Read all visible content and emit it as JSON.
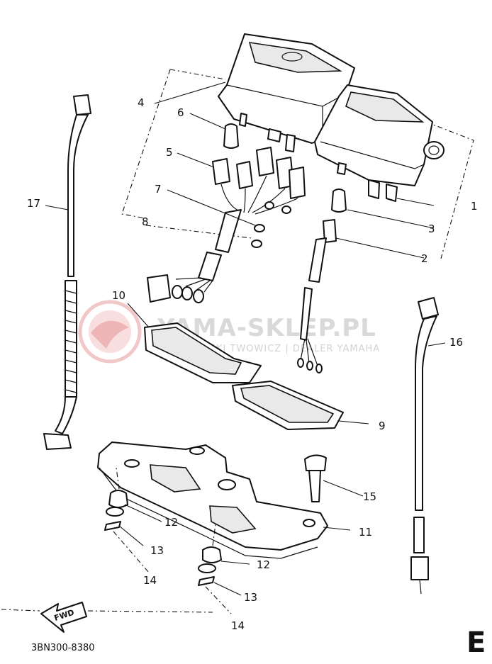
{
  "diagram": {
    "part_code": "3BN300-8380",
    "section_letter": "E",
    "direction_label": "FWD",
    "watermark": {
      "title": "YAMA-SKLEP.PL",
      "subtitle": "ZIELINSKI TWOWICZ | DEALER YAMAHA"
    },
    "callouts": {
      "c1": "1",
      "c2": "2",
      "c3": "3",
      "c4": "4",
      "c5": "5",
      "c6": "6",
      "c7": "7",
      "c8": "8",
      "c9": "9",
      "c10": "10",
      "c11": "11",
      "c12a": "12",
      "c12b": "12",
      "c13a": "13",
      "c13b": "13",
      "c14a": "14",
      "c14b": "14",
      "c15": "15",
      "c16": "16",
      "c17": "17"
    }
  }
}
